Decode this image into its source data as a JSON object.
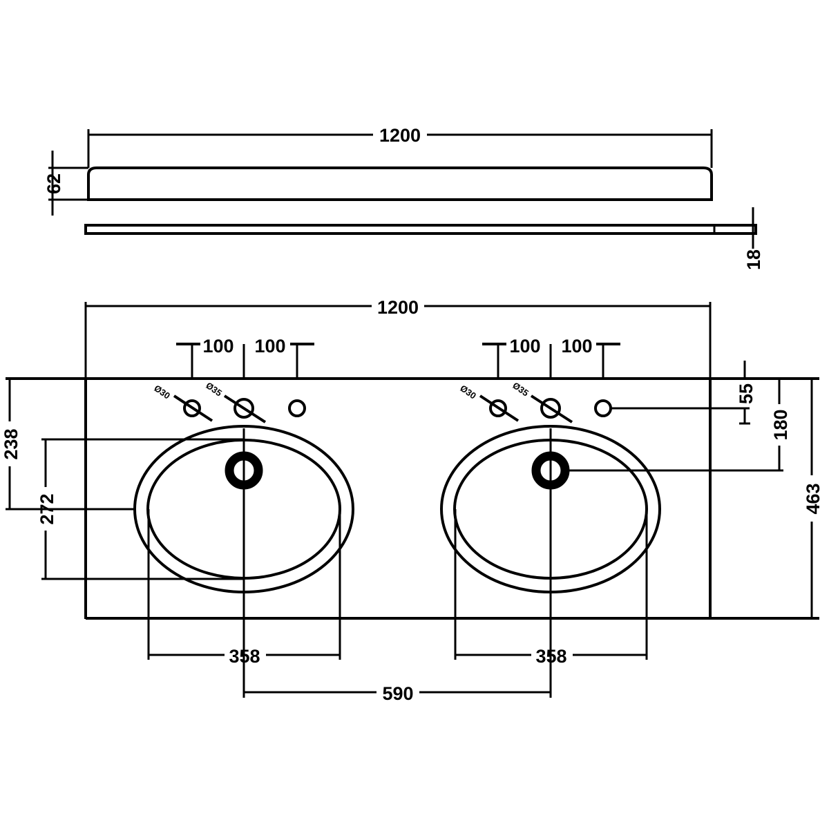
{
  "drawing": {
    "elevation": {
      "width_label": "1200",
      "height_label": "62"
    },
    "slab": {
      "thickness_label": "18"
    },
    "plan": {
      "width_label": "1200",
      "depth_label": "463",
      "wall_to_tap_label": "55",
      "wall_to_waste_label": "180",
      "wall_to_basin_center_label": "238",
      "basin_depth_label": "272",
      "basin_width_label": "358",
      "basin_spacing_label": "590",
      "tap_spacing_labels": [
        "100",
        "100"
      ],
      "hole_labels": [
        "Ø30",
        "Ø35"
      ]
    },
    "colors": {
      "line": "#000000",
      "background": "#ffffff"
    }
  }
}
